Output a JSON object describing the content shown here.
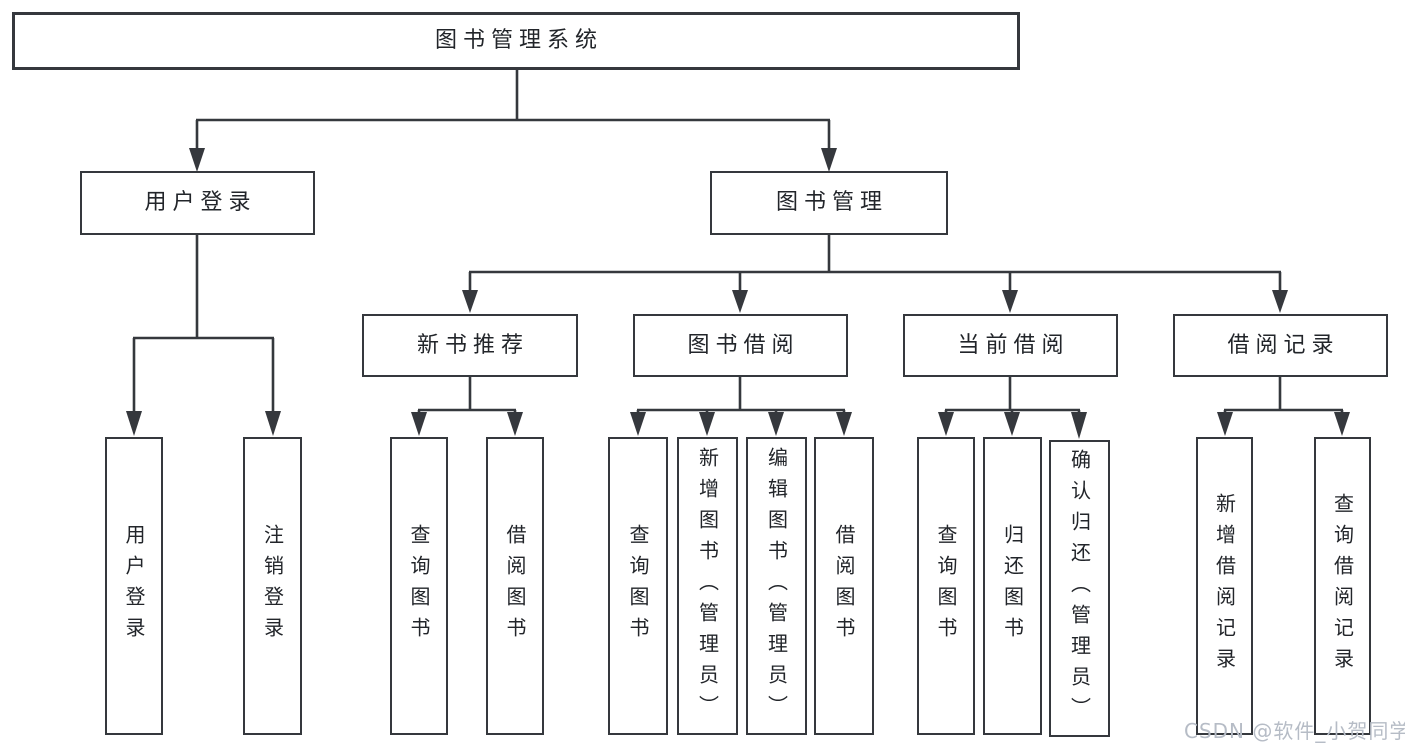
{
  "diagram": {
    "root": "图书管理系统",
    "branches": [
      {
        "label": "用户登录",
        "children": [
          "用户登录",
          "注销登录"
        ]
      },
      {
        "label": "图书管理",
        "groups": [
          {
            "label": "新书推荐",
            "children": [
              "查询图书",
              "借阅图书"
            ]
          },
          {
            "label": "图书借阅",
            "children": [
              "查询图书",
              "新增图书（管理员）",
              "编辑图书（管理员）",
              "借阅图书"
            ]
          },
          {
            "label": "当前借阅",
            "children": [
              "查询图书",
              "归还图书",
              "确认归还（管理员）"
            ]
          },
          {
            "label": "借阅记录",
            "children": [
              "新增借阅记录",
              "查询借阅记录"
            ]
          }
        ]
      }
    ]
  },
  "watermark": "CSDN @软件_小贺同学",
  "colors": {
    "line": "#35383d",
    "border": "#35383d",
    "text": "#22252a",
    "bg": "#ffffff",
    "watermark": "#b6bcc6"
  }
}
